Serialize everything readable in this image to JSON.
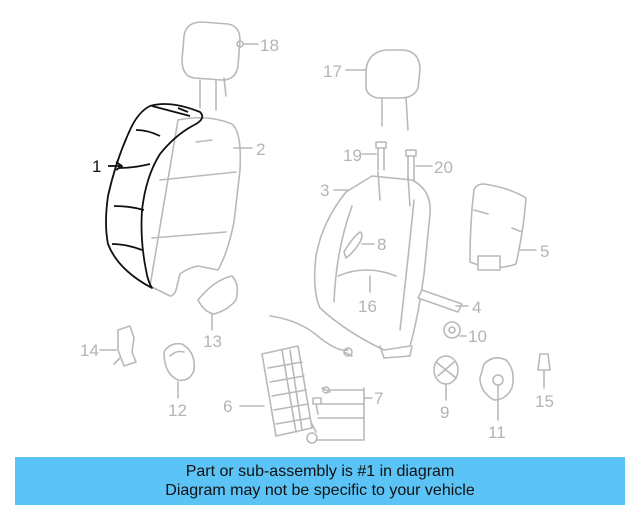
{
  "colors": {
    "highlight": "#4cc3f7",
    "banner": "#5bc3f5",
    "line": "#b9b9b9",
    "text_active": "#111111",
    "text_muted": "#b4b4b4"
  },
  "highlighted_part": "1",
  "callouts": [
    {
      "id": "1",
      "text": "1"
    },
    {
      "id": "2",
      "text": "2"
    },
    {
      "id": "3",
      "text": "3"
    },
    {
      "id": "4",
      "text": "4"
    },
    {
      "id": "5",
      "text": "5"
    },
    {
      "id": "6",
      "text": "6"
    },
    {
      "id": "7",
      "text": "7"
    },
    {
      "id": "8",
      "text": "8"
    },
    {
      "id": "9",
      "text": "9"
    },
    {
      "id": "10",
      "text": "10"
    },
    {
      "id": "11",
      "text": "11"
    },
    {
      "id": "12",
      "text": "12"
    },
    {
      "id": "13",
      "text": "13"
    },
    {
      "id": "14",
      "text": "14"
    },
    {
      "id": "15",
      "text": "15"
    },
    {
      "id": "16",
      "text": "16"
    },
    {
      "id": "17",
      "text": "17"
    },
    {
      "id": "18",
      "text": "18"
    },
    {
      "id": "19",
      "text": "19"
    },
    {
      "id": "20",
      "text": "20"
    }
  ],
  "banner": {
    "line1": "Part or sub-assembly is #1 in diagram",
    "line2": "Diagram may not be specific to your vehicle"
  }
}
